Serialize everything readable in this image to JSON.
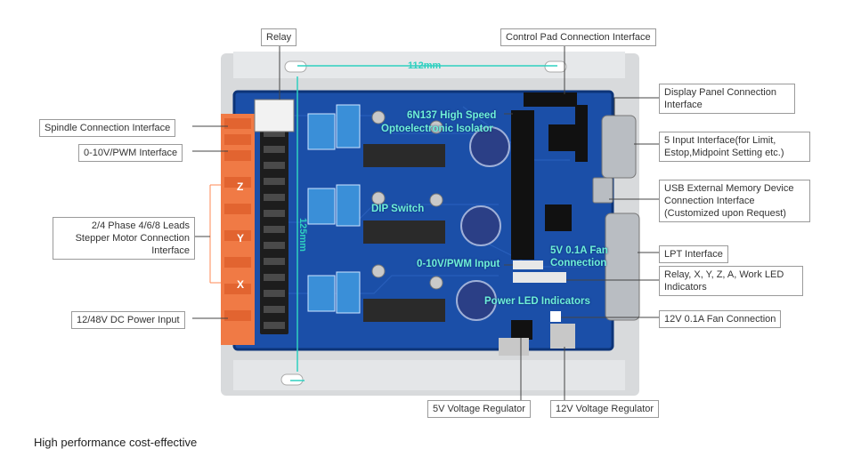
{
  "callouts": {
    "relay": "Relay",
    "control_pad": "Control Pad Connection Interface",
    "display_panel": "Display Panel Connection Interface",
    "spindle": "Spindle Connection Interface",
    "pwm_interface": "0-10V/PWM Interface",
    "five_input": "5 Input Interface(for Limit, Estop,Midpoint Setting etc.)",
    "usb_memory": "USB External Memory Device Connection Interface (Customized upon Request)",
    "stepper": "2/4 Phase 4/6/8 Leads Stepper Motor Connection Interface",
    "lpt": "LPT Interface",
    "led_indicators": "Relay, X, Y, Z, A, Work LED Indicators",
    "power_input": "12/48V DC Power Input",
    "fan_12v": "12V 0.1A Fan Connection",
    "reg_5v": "5V Voltage Regulator",
    "reg_12v": "12V Voltage Regulator"
  },
  "board_labels": {
    "optocoupler_line1": "6N137 High Speed",
    "optocoupler_line2": "Optoelectronic Isolator",
    "dip_switch": "DIP Switch",
    "pwm_input": "0-10V/PWM Input",
    "fan_5v_line1": "5V 0.1A Fan",
    "fan_5v_line2": "Connection",
    "power_led": "Power LED Indicators"
  },
  "dimensions": {
    "width": "112mm",
    "height": "125mm"
  },
  "axes": {
    "z": "Z",
    "y": "Y",
    "x": "X"
  },
  "footer": "High performance cost-effective"
}
